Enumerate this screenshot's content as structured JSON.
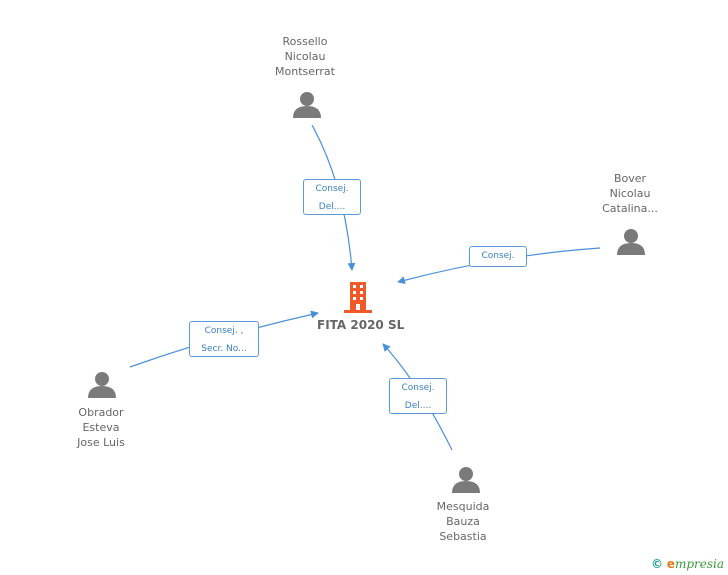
{
  "company": {
    "name": "FITA 2020 SL",
    "icon": "building-icon",
    "color": "#f05a28"
  },
  "people": [
    {
      "id": "rossello",
      "name": "Rossello\nNicolau\nMontserrat",
      "role": "Consej.\nDel...."
    },
    {
      "id": "bover",
      "name": "Bover\nNicolau\nCatalina...",
      "role": "Consej."
    },
    {
      "id": "obrador",
      "name": "Obrador\nEsteva\nJose Luis",
      "role": "Consej. ,\nSecr. No..."
    },
    {
      "id": "mesquida",
      "name": "Mesquida\nBauza\nSebastia",
      "role": "Consej.\nDel...."
    }
  ],
  "colors": {
    "edge": "#4a90d9",
    "person_icon": "#7a7a7a"
  },
  "footer": {
    "copyright": "©",
    "brand_e": "e",
    "brand_rest": "mpresia"
  }
}
